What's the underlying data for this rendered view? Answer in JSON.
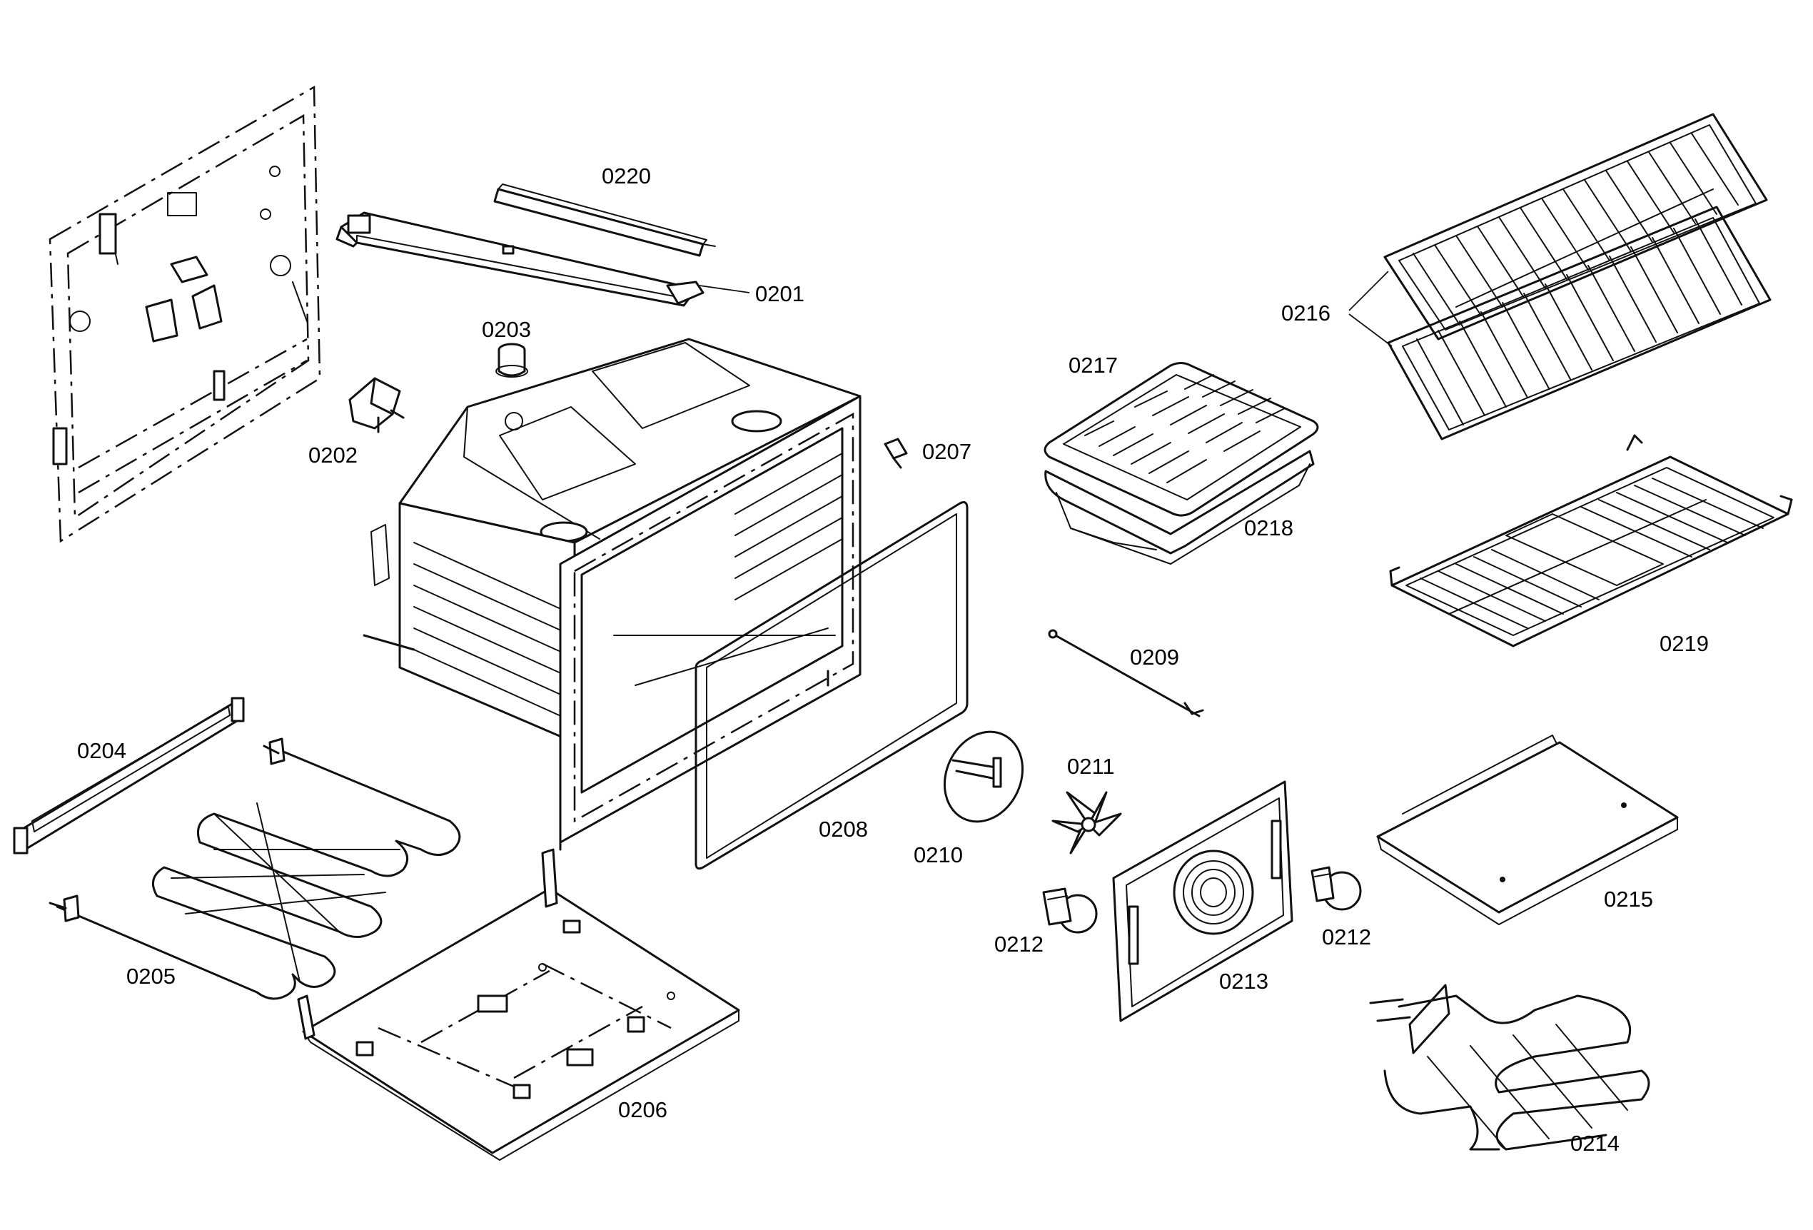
{
  "parts": [
    {
      "id": "p0201",
      "number": "0201",
      "icon": "oven-vent-channel-icon"
    },
    {
      "id": "p0202",
      "number": "0202",
      "icon": "door-latch-icon"
    },
    {
      "id": "p0203",
      "number": "0203",
      "icon": "temperature-sensor-cap-icon"
    },
    {
      "id": "p0204",
      "number": "0204",
      "icon": "trim-strip-icon"
    },
    {
      "id": "p0205",
      "number": "0205",
      "icon": "bake-element-icon"
    },
    {
      "id": "p0206",
      "number": "0206",
      "icon": "oven-bottom-panel-icon"
    },
    {
      "id": "p0207",
      "number": "0207",
      "icon": "door-stop-icon"
    },
    {
      "id": "p0208",
      "number": "0208",
      "icon": "door-gasket-icon"
    },
    {
      "id": "p0209",
      "number": "0209",
      "icon": "temperature-probe-icon"
    },
    {
      "id": "p0210",
      "number": "0210",
      "icon": "convection-ring-element-icon"
    },
    {
      "id": "p0211",
      "number": "0211",
      "icon": "fan-blade-icon"
    },
    {
      "id": "p0212a",
      "number": "0212",
      "icon": "oven-lamp-icon"
    },
    {
      "id": "p0212b",
      "number": "0212",
      "icon": "oven-lamp-icon"
    },
    {
      "id": "p0213",
      "number": "0213",
      "icon": "convection-cover-icon"
    },
    {
      "id": "p0214",
      "number": "0214",
      "icon": "oven-rack-pair-icon"
    },
    {
      "id": "p0215",
      "number": "0215",
      "icon": "broil-pan-grid-icon"
    },
    {
      "id": "p0216",
      "number": "0216",
      "icon": "broil-pan-icon"
    },
    {
      "id": "p0217",
      "number": "0217",
      "icon": "oven-tray-icon"
    },
    {
      "id": "p0218",
      "number": "0218",
      "icon": "broil-element-icon"
    },
    {
      "id": "p0219",
      "number": "0219",
      "icon": "split-oven-rack-icon"
    },
    {
      "id": "p0220",
      "number": "0220",
      "icon": "insulation-bar-icon"
    }
  ]
}
